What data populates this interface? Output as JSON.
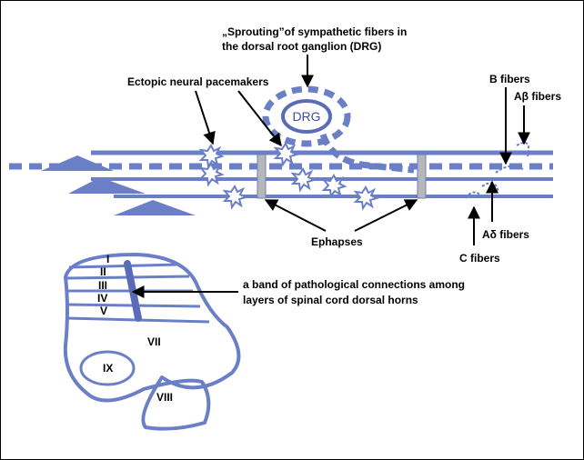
{
  "colors": {
    "fiber": "#6b7fc7",
    "fiber_dark": "#5a6cb8",
    "bar": "#b7b7b7",
    "text": "#000000"
  },
  "labels": {
    "sprouting_line1": "„Sprouting”of sympathetic fibers in",
    "sprouting_line2": "the dorsal root ganglion (DRG)",
    "drg": "DRG",
    "ectopic": "Ectopic neural pacemakers",
    "b_fibers": "B fibers",
    "abeta_fibers": "Aβ fibers",
    "ephapses": "Ephapses",
    "adelta_fibers": "Aδ fibers",
    "c_fibers": "C fibers",
    "band_line1": "a band of pathological connections among",
    "band_line2": "layers of spinal cord dorsal horns"
  },
  "cord_layers": [
    "I",
    "II",
    "III",
    "IV",
    "V",
    "VII",
    "IX",
    "VIII"
  ]
}
